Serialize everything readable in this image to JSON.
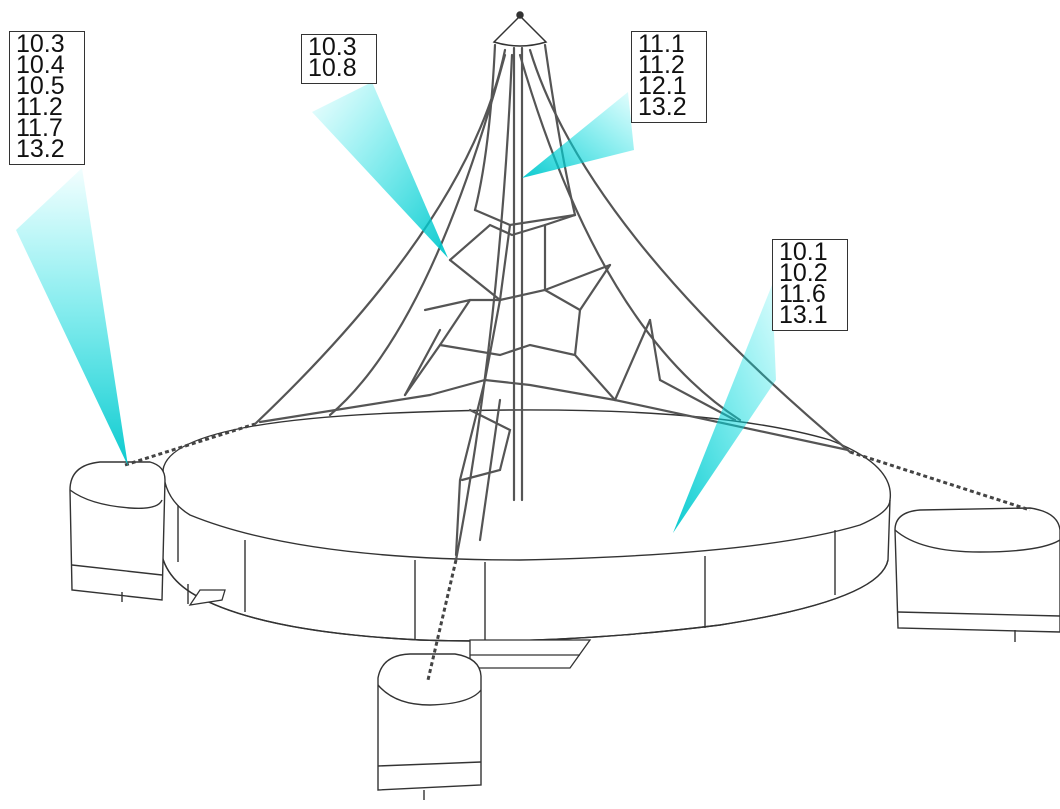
{
  "colors": {
    "pointer": "#00e5e8",
    "line": "#444444",
    "background": "#ffffff"
  },
  "callouts": [
    {
      "id": "left",
      "items": [
        "10.3",
        "10.4",
        "10.5",
        "11.2",
        "11.7",
        "13.2"
      ]
    },
    {
      "id": "top",
      "items": [
        "10.3",
        "10.8"
      ]
    },
    {
      "id": "right-top",
      "items": [
        "11.1",
        "11.2",
        "12.1",
        "13.2"
      ]
    },
    {
      "id": "right",
      "items": [
        "10.1",
        "10.2",
        "11.6",
        "13.1"
      ]
    }
  ]
}
